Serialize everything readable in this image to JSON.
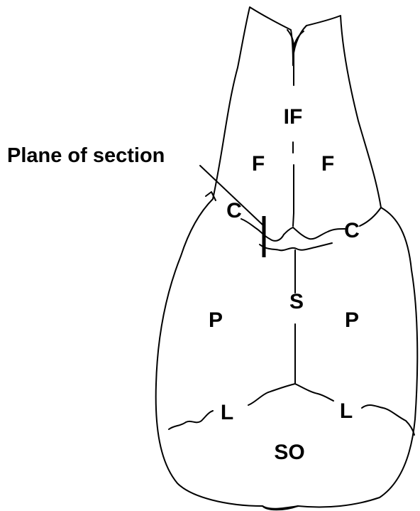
{
  "labels": {
    "plane_of_section": "Plane of section",
    "interfrontal": "IF",
    "frontal_left": "F",
    "frontal_right": "F",
    "coronal_left": "C",
    "coronal_right": "C",
    "sagittal": "S",
    "parietal_left": "P",
    "parietal_right": "P",
    "lambdoid_left": "L",
    "lambdoid_right": "L",
    "supraoccipital": "SO"
  },
  "colors": {
    "line": "#000000",
    "background": "#ffffff"
  }
}
